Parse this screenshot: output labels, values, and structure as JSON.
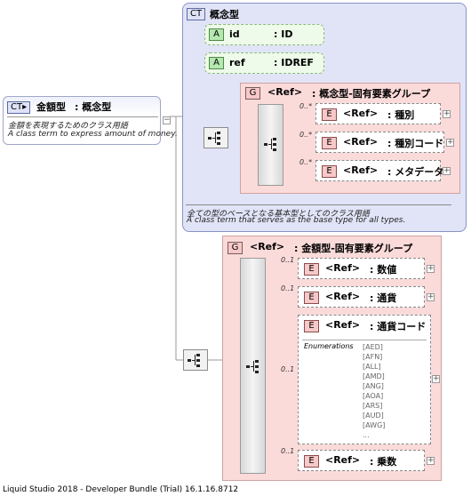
{
  "root": {
    "badge": "CT",
    "name": "金額型",
    "type": ": 概念型",
    "annotation_ja": "金額を表現するためのクラス用語",
    "annotation_en": "A class term to express amount of money.",
    "expander": "−"
  },
  "base_type": {
    "badge": "CT",
    "title": "概念型",
    "attributes": [
      {
        "badge": "A",
        "name": "id",
        "type": ": ID"
      },
      {
        "badge": "A",
        "name": "ref",
        "type": ": IDREF"
      }
    ],
    "group": {
      "badge": "G",
      "ref": "<Ref>",
      "name": ": 概念型-固有要素グループ",
      "elements": [
        {
          "card": "0..*",
          "badge": "E",
          "ref": "<Ref>",
          "name": ": 種別"
        },
        {
          "card": "0..*",
          "badge": "E",
          "ref": "<Ref>",
          "name": ": 種別コード"
        },
        {
          "card": "0..*",
          "badge": "E",
          "ref": "<Ref>",
          "name": ": メタデータ"
        }
      ]
    },
    "annotation_ja": "全ての型のベースとなる基本型としてのクラス用語",
    "annotation_en": "A class term that serves as the base type for all types."
  },
  "own_group": {
    "badge": "G",
    "ref": "<Ref>",
    "name": ": 金額型-固有要素グループ",
    "elements": [
      {
        "card": "0..1",
        "badge": "E",
        "ref": "<Ref>",
        "name": ": 数値"
      },
      {
        "card": "0..1",
        "badge": "E",
        "ref": "<Ref>",
        "name": ": 通貨"
      },
      {
        "card": "0..1",
        "badge": "E",
        "ref": "<Ref>",
        "name": ": 通貨コード",
        "enumerations_label": "Enumerations",
        "enumerations": [
          "[AED]",
          "[AFN]",
          "[ALL]",
          "[AMD]",
          "[ANG]",
          "[AOA]",
          "[ARS]",
          "[AUD]",
          "[AWG]",
          "..."
        ]
      },
      {
        "card": "0..1",
        "badge": "E",
        "ref": "<Ref>",
        "name": ": 乗数"
      }
    ]
  },
  "footer": "Liquid Studio 2018 - Developer Bundle (Trial) 16.1.16.8712",
  "colors": {
    "ct_panel": "#e1e4f7",
    "group_panel": "#fbdada",
    "attribute": "#b5e8b0",
    "element_badge": "#f7c8c8"
  }
}
